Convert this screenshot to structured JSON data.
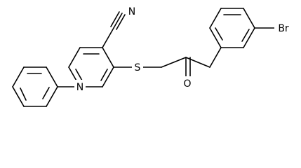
{
  "molecule": {
    "atoms": {
      "ring_nitrogen": "N",
      "nitrile_nitrogen": "N",
      "sulfur": "S",
      "bromine": "Br",
      "carbonyl_oxygen": "O"
    }
  }
}
